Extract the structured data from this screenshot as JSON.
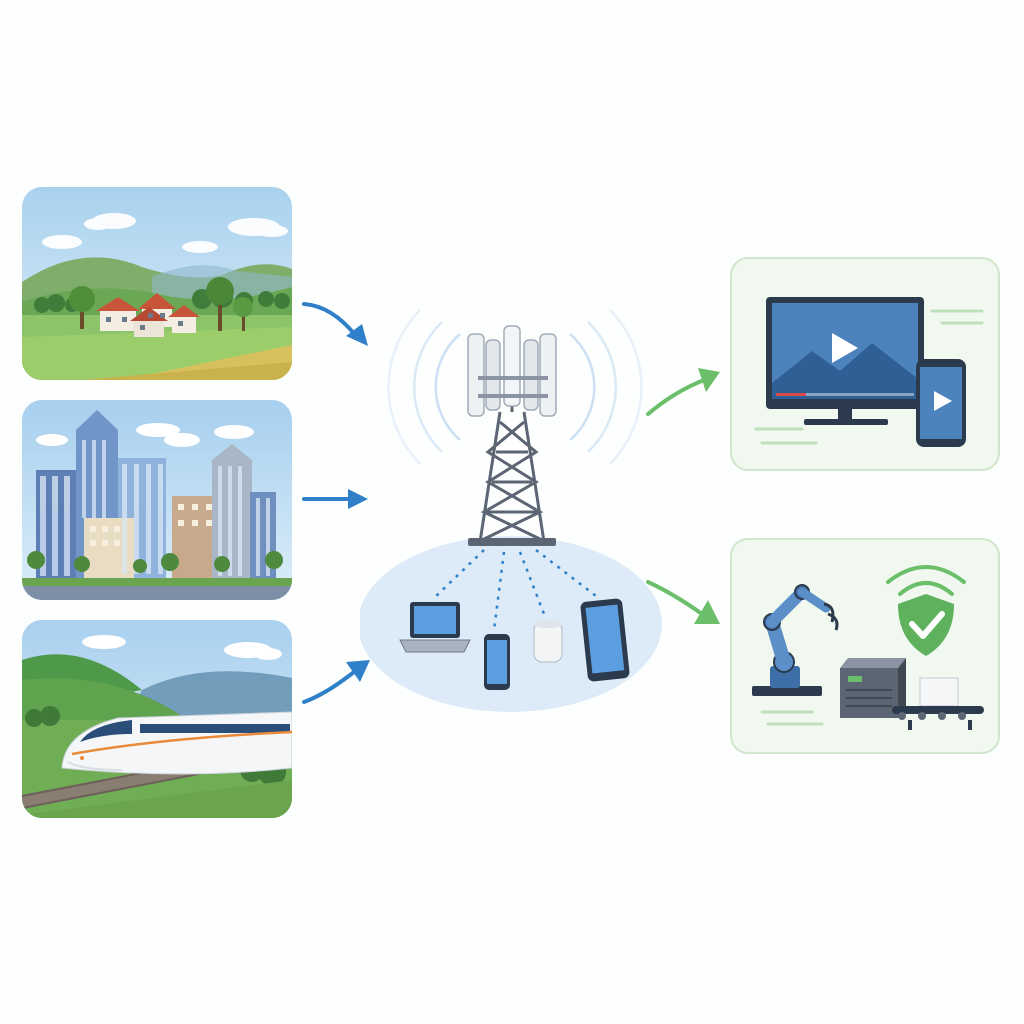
{
  "diagram": {
    "inputs": [
      {
        "scene": "rural-countryside"
      },
      {
        "scene": "urban-city"
      },
      {
        "scene": "high-speed-rail"
      }
    ],
    "hub": {
      "tower": "cell-tower",
      "devices": [
        "laptop",
        "smartphone",
        "smart-speaker",
        "tablet"
      ]
    },
    "outputs": [
      {
        "scene": "video-streaming",
        "icons": [
          "monitor-play",
          "phone-play"
        ]
      },
      {
        "scene": "industrial-iot",
        "icons": [
          "robot-arm",
          "secure-shield",
          "edge-server",
          "conveyor-belt"
        ]
      }
    ]
  },
  "colors": {
    "input_arrow": "#2f80c8",
    "output_arrow": "#6cbf6a",
    "hub_bubble": "#dcebf7",
    "output_border": "#cfe6cc",
    "tower": "#5c6573"
  }
}
